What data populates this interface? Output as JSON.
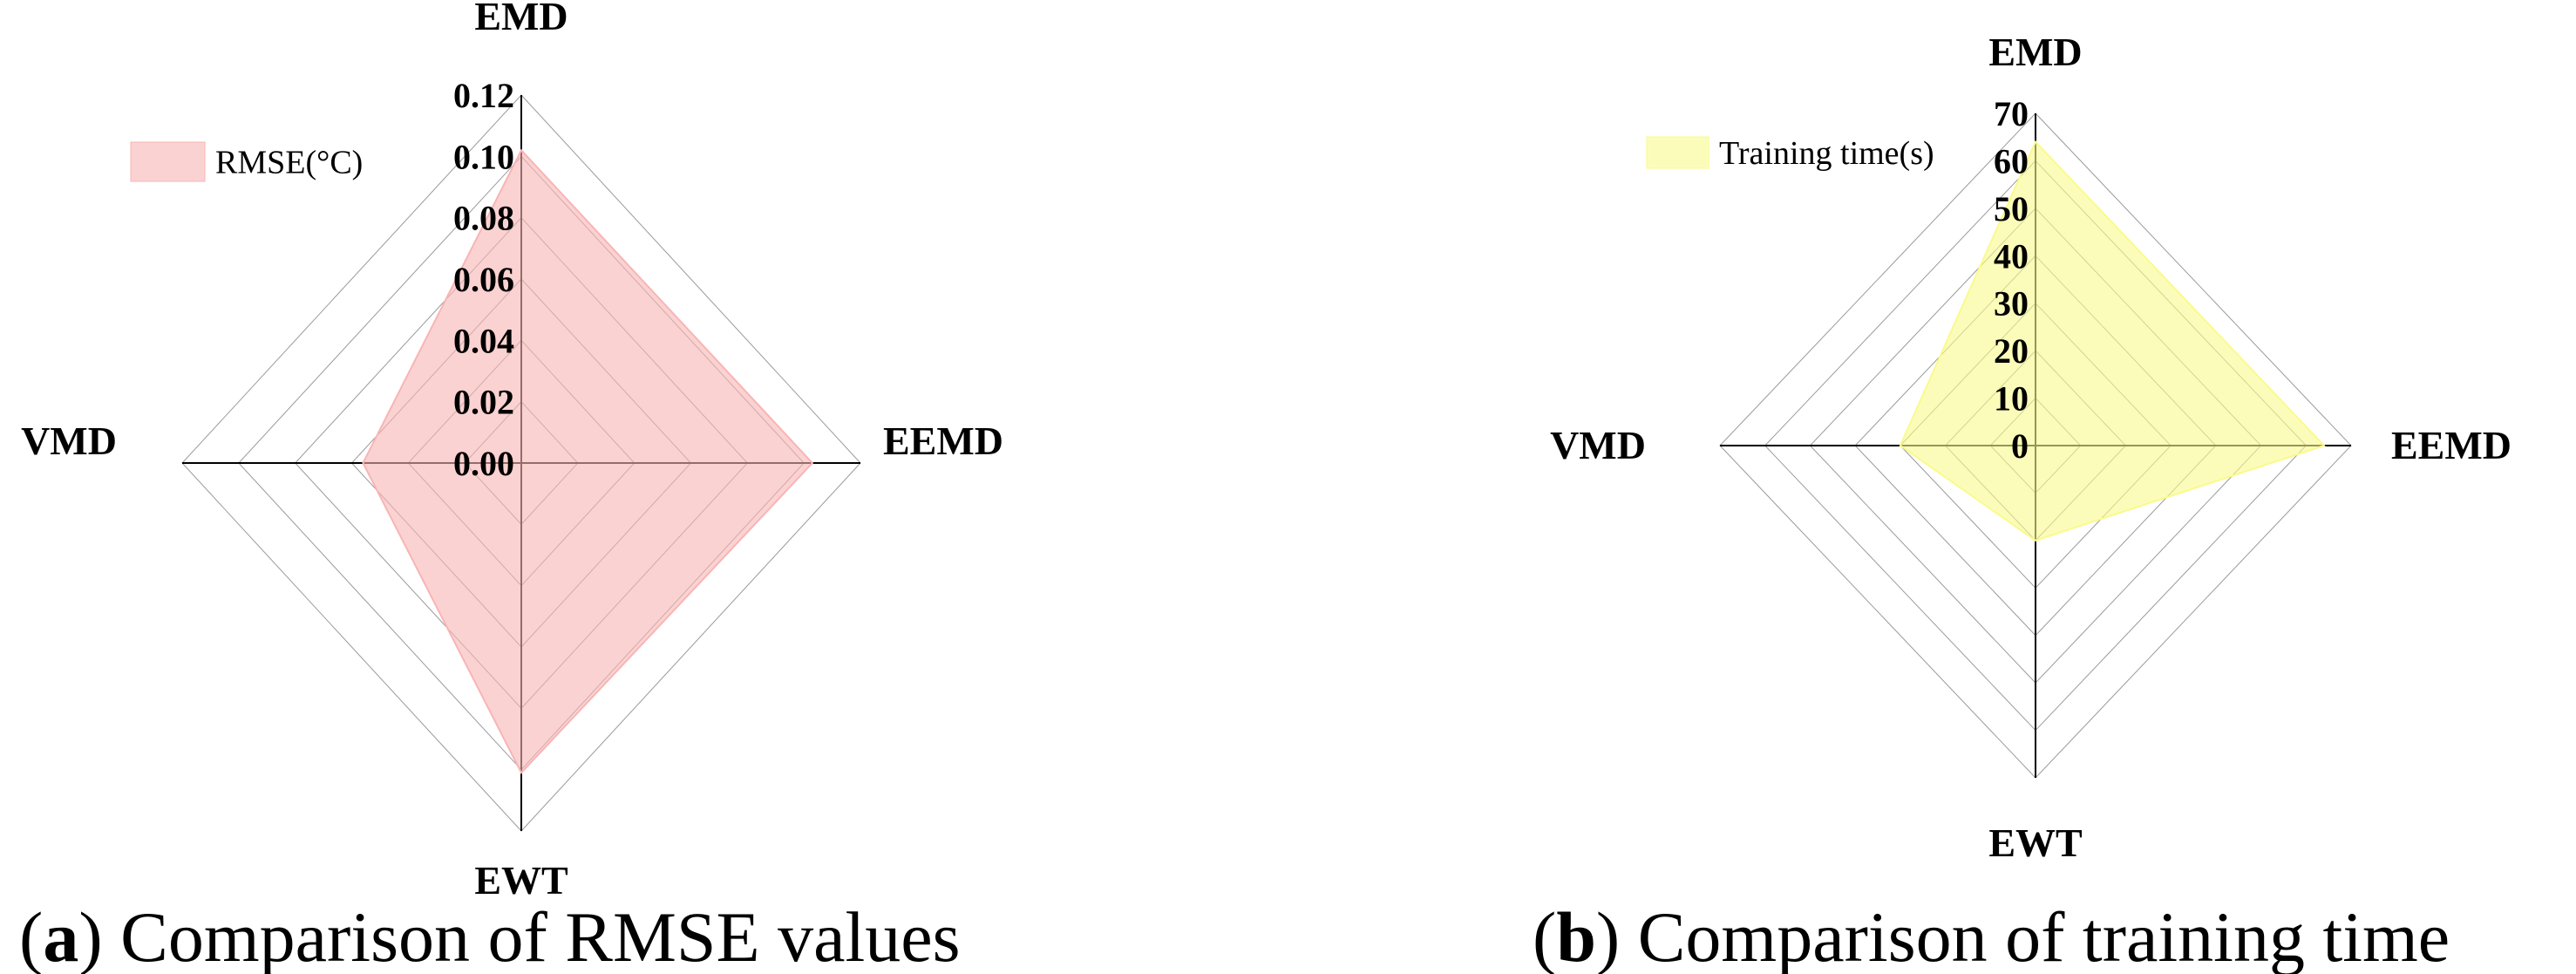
{
  "chart_data": [
    {
      "type": "radar",
      "axes": [
        "EMD",
        "EEMD",
        "EWT",
        "VMD"
      ],
      "series": [
        {
          "name": "RMSE(°C)",
          "values": [
            0.102,
            0.103,
            0.101,
            0.056
          ],
          "color": "#f9b4b4"
        }
      ],
      "range": [
        0,
        0.12
      ],
      "ticks": [
        "0.00",
        "0.02",
        "0.04",
        "0.06",
        "0.08",
        "0.10",
        "0.12"
      ],
      "legend": "top-left",
      "caption": {
        "letter": "a",
        "text": "Comparison of RMSE values"
      }
    },
    {
      "type": "radar",
      "axes": [
        "EMD",
        "EEMD",
        "EWT",
        "VMD"
      ],
      "series": [
        {
          "name": "Training time(s)",
          "values": [
            64,
            64,
            20,
            30
          ],
          "color": "#fafa8c"
        }
      ],
      "range": [
        0,
        70
      ],
      "ticks": [
        "0",
        "10",
        "20",
        "30",
        "40",
        "50",
        "60",
        "70"
      ],
      "legend": "top-left",
      "caption": {
        "letter": "b",
        "text": "Comparison of training time"
      }
    }
  ]
}
